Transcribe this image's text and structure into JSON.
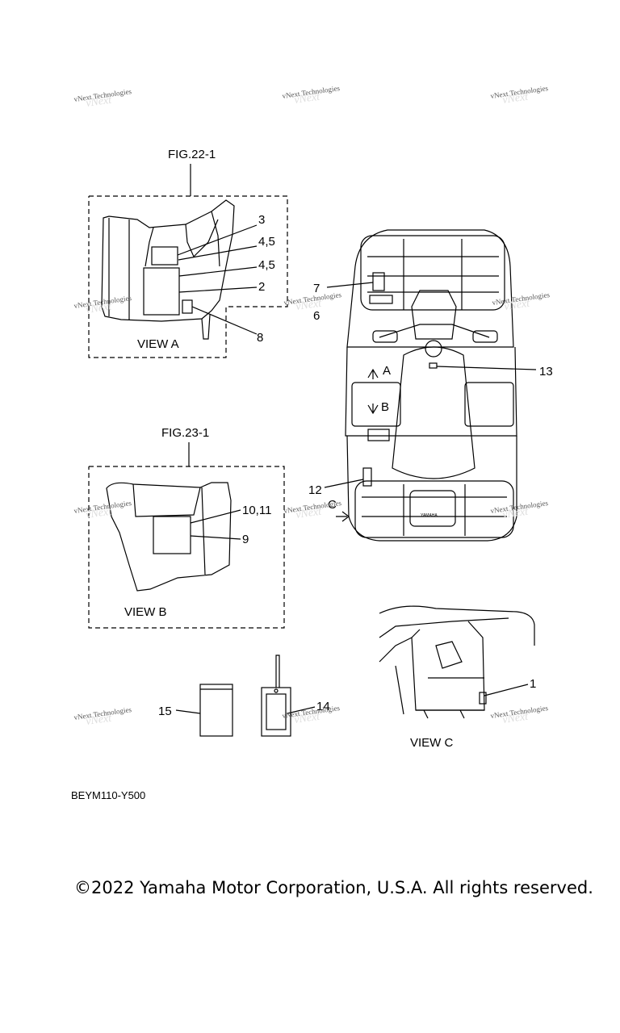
{
  "watermark": "vNext Technologies",
  "figures": {
    "fig_a": "FIG.22-1",
    "fig_b": "FIG.23-1"
  },
  "views": {
    "a": "VIEW A",
    "b": "VIEW B",
    "c": "VIEW C"
  },
  "arrows": {
    "a": "A",
    "b": "B",
    "c": "C"
  },
  "callouts": {
    "c1": "1",
    "c2": "2",
    "c3": "3",
    "c45a": "4,5",
    "c45b": "4,5",
    "c6": "6",
    "c7": "7",
    "c8": "8",
    "c9": "9",
    "c1011": "10,11",
    "c12": "12",
    "c13": "13",
    "c14": "14",
    "c15": "15"
  },
  "rack_badge": "YAMAHA",
  "diagram_code": "BEYM110-Y500",
  "copyright": "©2022 Yamaha Motor Corporation, U.S.A. All rights reserved."
}
